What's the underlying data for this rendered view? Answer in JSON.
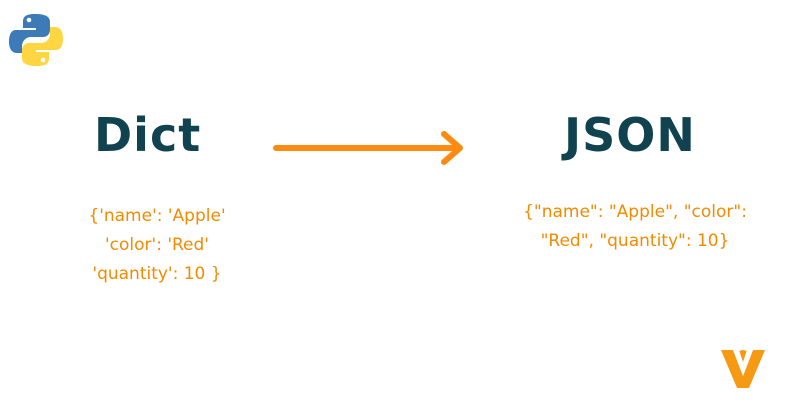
{
  "colors": {
    "heading": "#10434f",
    "code": "#f38a00",
    "arrow": "#fd8b12",
    "python_blue": "#3d7ab8",
    "python_yellow": "#ffd642",
    "brand": "#f59a12"
  },
  "icons": {
    "top_left": "python-logo",
    "bottom_right": "brand-logo"
  },
  "left": {
    "title": "Dict",
    "code_lines": [
      "{'name': 'Apple'",
      "'color': 'Red'",
      "'quantity': 10 }"
    ]
  },
  "right": {
    "title": "JSON",
    "code_lines": [
      "{\"name\": \"Apple\", \"color\":",
      "\"Red\", \"quantity\": 10}"
    ]
  }
}
